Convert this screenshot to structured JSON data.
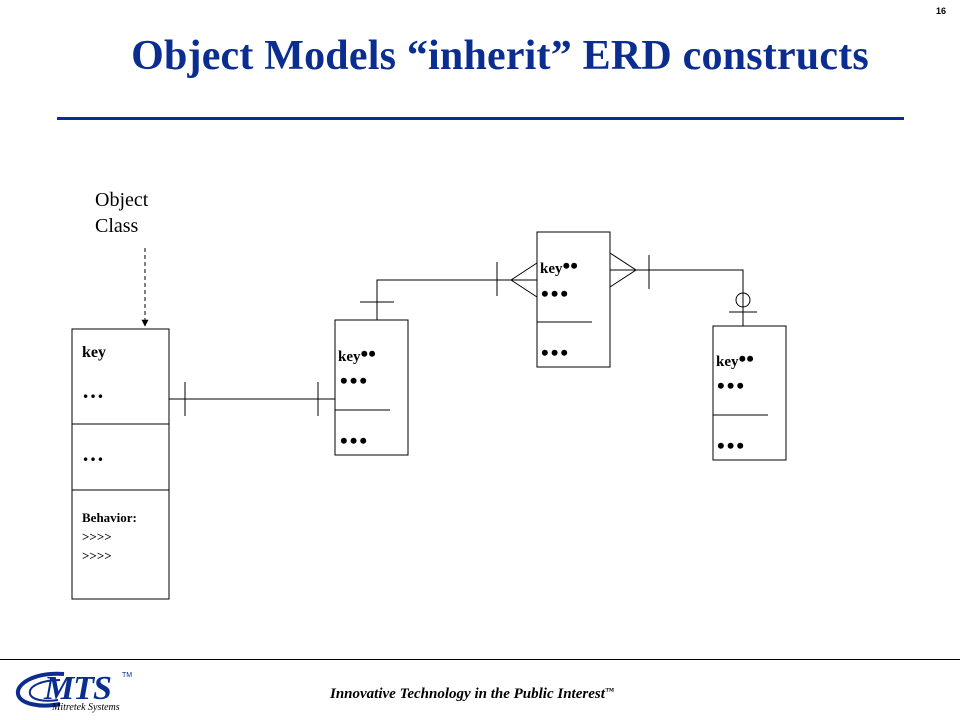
{
  "page_number": "16",
  "title": "Object Models “inherit” ERD constructs",
  "object_label": {
    "line1": "Object",
    "line2": "Class"
  },
  "object_class": {
    "key": "key",
    "ellipsis_attrs": "…",
    "ellipsis_ops": "…",
    "behavior_label": "Behavior:",
    "behavior_lines": [
      ">>>>",
      ">>>>"
    ]
  },
  "entities": [
    {
      "key": "key"
    },
    {
      "key": "key"
    },
    {
      "key": "key"
    }
  ],
  "footer": {
    "logo_text": "MTS",
    "logo_tm": "TM",
    "logo_sub": "Mitretek Systems",
    "tagline": "Innovative Technology in the Public Interest",
    "tagline_tm": "™"
  },
  "colors": {
    "title": "#0a2d8f",
    "logo": "#0a2d8f"
  }
}
